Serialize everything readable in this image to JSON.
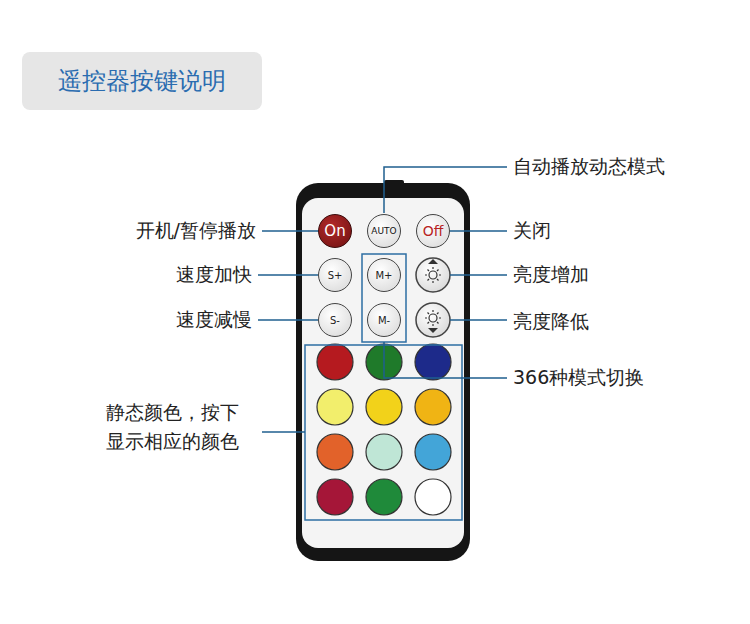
{
  "diagram": {
    "title": "遥控器按键说明",
    "nodes": [
      {
        "text": [
          "On"
        ]
      },
      {
        "text": [
          "AUTO"
        ]
      },
      {
        "text": [
          "Off"
        ]
      },
      {
        "text": [
          "S+"
        ]
      },
      {
        "text": [
          "M+"
        ]
      },
      {
        "text": [
          "S-"
        ]
      },
      {
        "text": [
          "M-"
        ]
      }
    ],
    "labels": [
      "自动播放动态模式",
      "开机/暂停播放",
      "关闭",
      "速度加快",
      "亮度增加",
      "速度减慢",
      "亮度降低",
      "366种模式切换",
      "静态颜色，按下 显示相应的颜色"
    ]
  }
}
